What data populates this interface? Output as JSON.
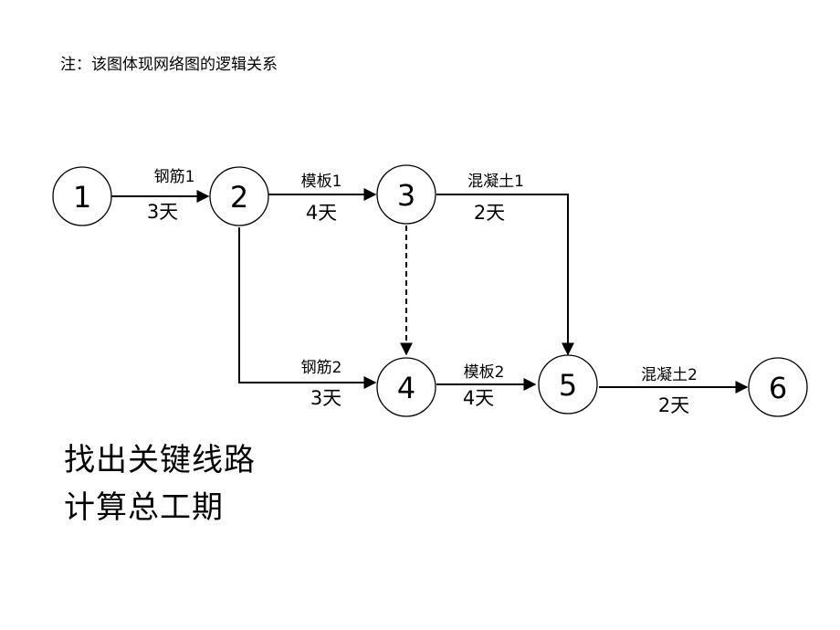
{
  "note": "注：该图体现网络图的逻辑关系",
  "nodes": [
    {
      "id": "n1",
      "label": "1"
    },
    {
      "id": "n2",
      "label": "2"
    },
    {
      "id": "n3",
      "label": "3"
    },
    {
      "id": "n4",
      "label": "4"
    },
    {
      "id": "n5",
      "label": "5"
    },
    {
      "id": "n6",
      "label": "6"
    }
  ],
  "activities": [
    {
      "id": "a12",
      "from": "1",
      "to": "2",
      "name": "钢筋1",
      "duration": "3天"
    },
    {
      "id": "a23",
      "from": "2",
      "to": "3",
      "name": "模板1",
      "duration": "4天"
    },
    {
      "id": "a35",
      "from": "3",
      "to": "5",
      "name": "混凝土1",
      "duration": "2天"
    },
    {
      "id": "a24",
      "from": "2",
      "to": "4",
      "name": "钢筋2",
      "duration": "3天"
    },
    {
      "id": "a45",
      "from": "4",
      "to": "5",
      "name": "模板2",
      "duration": "4天"
    },
    {
      "id": "a56",
      "from": "5",
      "to": "6",
      "name": "混凝土2",
      "duration": "2天"
    },
    {
      "id": "a34",
      "from": "3",
      "to": "4",
      "name": "",
      "duration": "",
      "dummy": true
    }
  ],
  "tasks": [
    "找出关键线路",
    "计算总工期"
  ]
}
